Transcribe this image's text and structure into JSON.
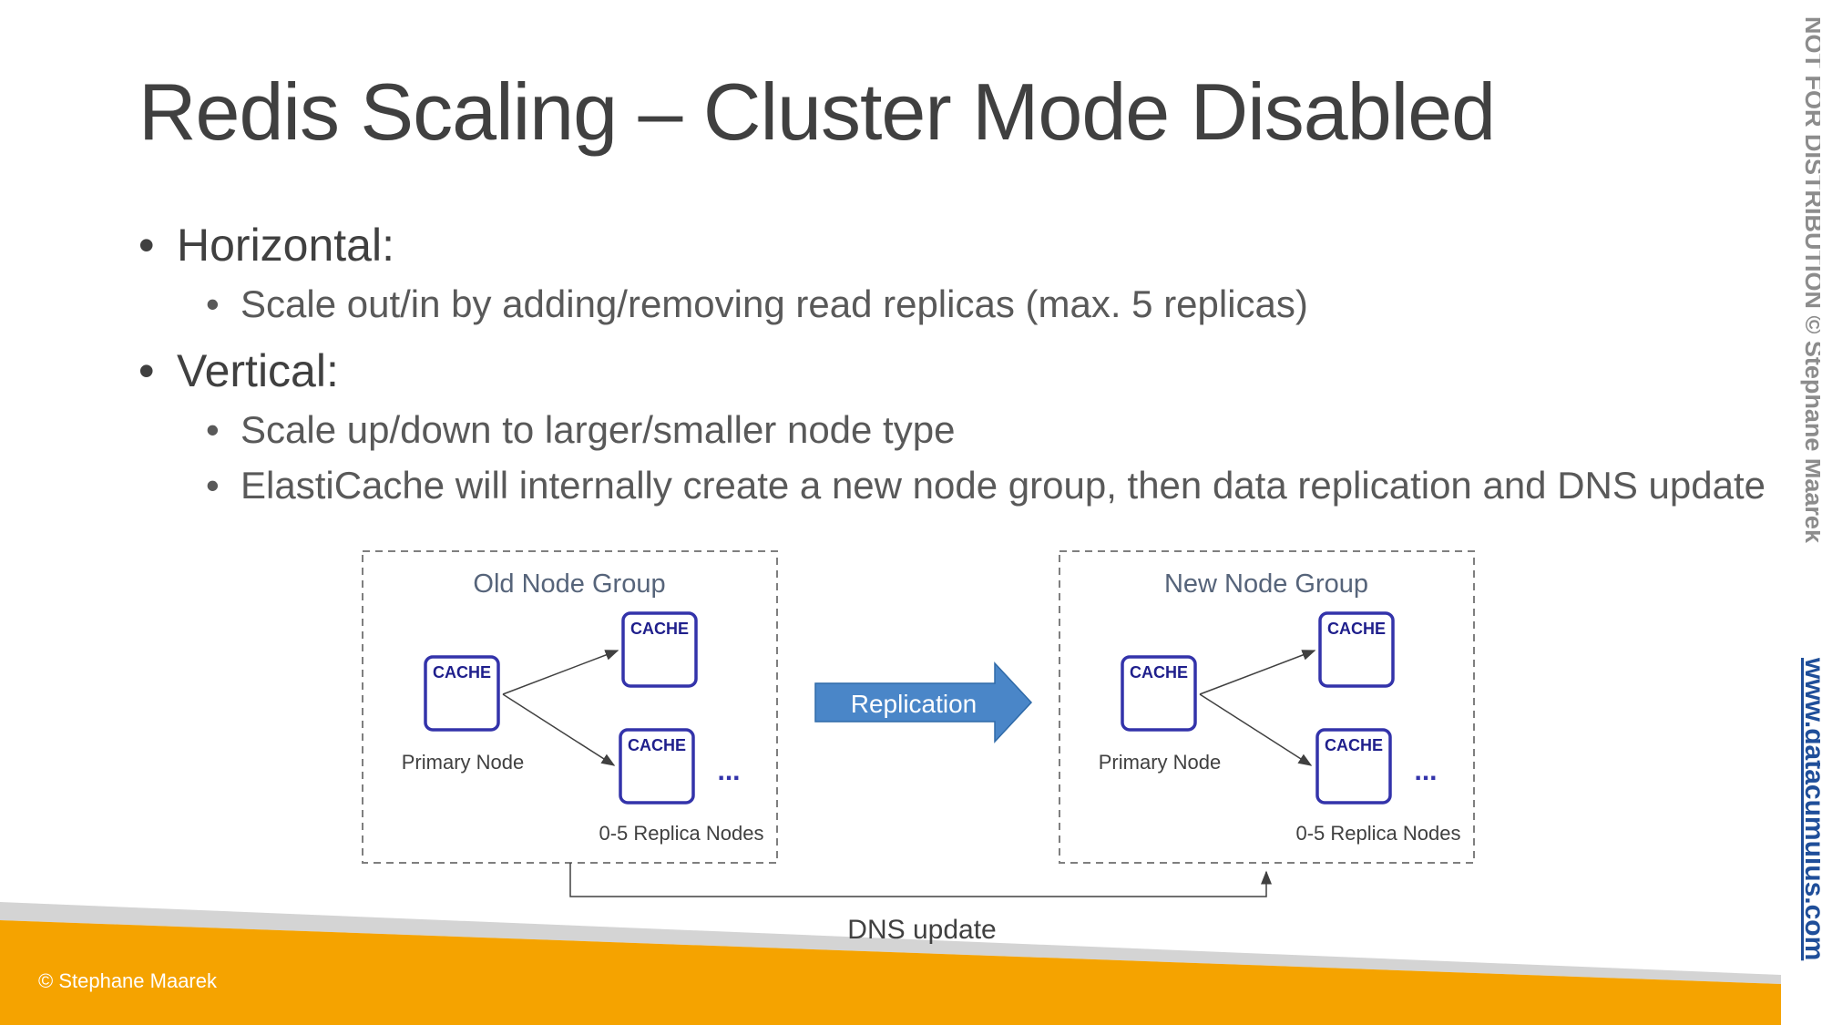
{
  "slide": {
    "title": "Redis Scaling – Cluster Mode Disabled",
    "bullets": [
      {
        "text": "Horizontal:",
        "level": 1
      },
      {
        "text": "Scale out/in by adding/removing read replicas (max. 5 replicas)",
        "level": 2
      },
      {
        "text": "Vertical:",
        "level": 1
      },
      {
        "text": "Scale up/down to larger/smaller node type",
        "level": 2
      },
      {
        "text": "ElastiCache will internally create a new node group, then data replication and DNS update",
        "level": 2
      }
    ],
    "bullet_symbol": "•"
  },
  "diagram": {
    "old_group": {
      "title": "Old Node Group",
      "primary_cache": "CACHE",
      "primary_label": "Primary Node",
      "replica_cache_1": "CACHE",
      "replica_cache_2": "CACHE",
      "ellipsis": "...",
      "replica_label": "0-5 Replica Nodes"
    },
    "new_group": {
      "title": "New Node Group",
      "primary_cache": "CACHE",
      "primary_label": "Primary Node",
      "replica_cache_1": "CACHE",
      "replica_cache_2": "CACHE",
      "ellipsis": "...",
      "replica_label": "0-5 Replica Nodes"
    },
    "replication_arrow_label": "Replication",
    "dns_label": "DNS update"
  },
  "watermark": {
    "text": "NOT FOR DISTRIBUTION © Stephane Maarek",
    "link": "www.datacumulus.com"
  },
  "footer": {
    "copyright": "© Stephane Maarek"
  },
  "colors": {
    "title": "#404040",
    "cache_border": "#3333aa",
    "cache_text": "#1f1f8c",
    "group_title": "#56647a",
    "arrow_fill": "#4a86c8",
    "footer_orange": "#f5a300",
    "footer_gray": "#d0d0d0",
    "link_blue": "#1f4e99"
  }
}
